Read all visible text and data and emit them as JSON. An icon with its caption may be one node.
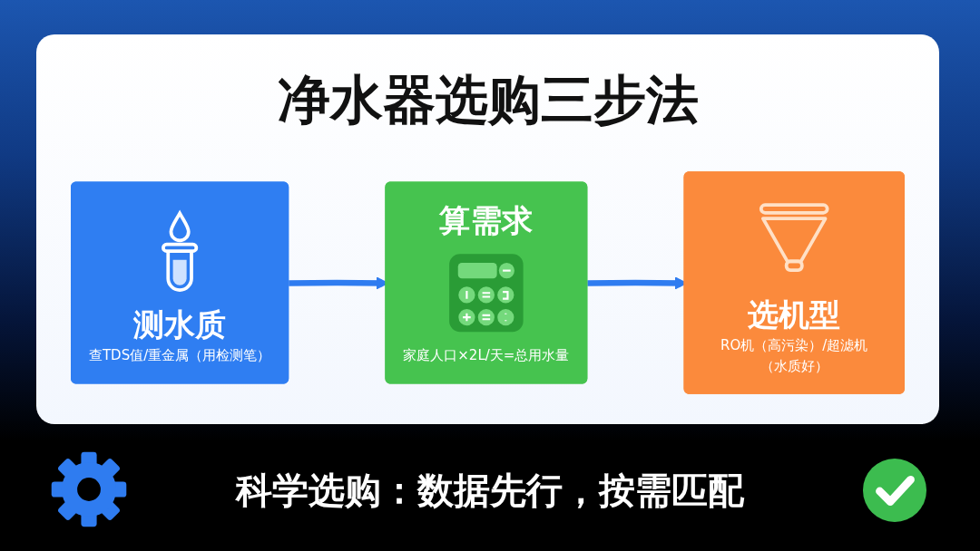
{
  "diagram": {
    "title": "净水器选购三步法",
    "nodes": [
      {
        "text": [
          "测水质",
          "查TDS值/重金属（用检测笔）"
        ]
      },
      {
        "text": [
          "算需求",
          "家庭人口×2L/天=总用水量"
        ]
      },
      {
        "text": [
          "选机型",
          "RO机（高污染）/超滤机（水质好）"
        ]
      }
    ],
    "edges": [
      {
        "from": 0,
        "to": 1,
        "arrow": "to"
      },
      {
        "from": 1,
        "to": 2,
        "arrow": "to"
      }
    ],
    "caption": "科学选购：数据先行，按需匹配"
  }
}
